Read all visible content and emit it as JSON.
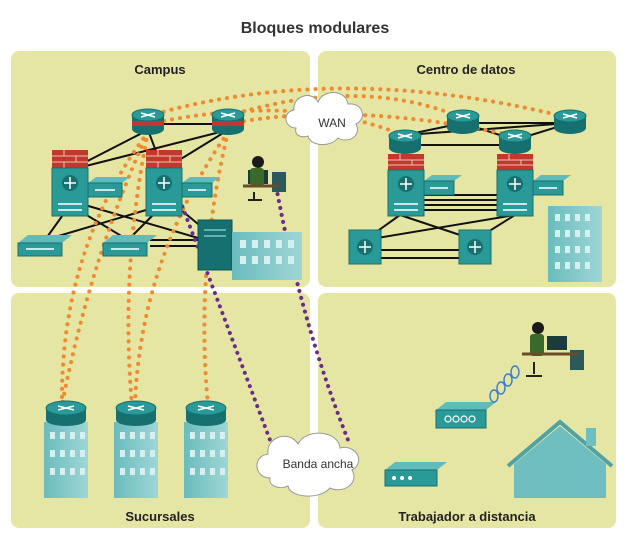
{
  "title": "Bloques modulares",
  "quadrants": {
    "campus": "Campus",
    "datacenter": "Centro de datos",
    "branches": "Sucursales",
    "telework": "Trabajador a distancia"
  },
  "clouds": {
    "wan": "WAN",
    "broadband": "Banda ancha"
  },
  "colors": {
    "panel": "#e6e6a4",
    "device_teal": "#2a9a98",
    "device_dark": "#16706f",
    "firewall": "#c0392b",
    "wan_link": "#f08a30",
    "broadband_link": "#6a2c8a",
    "building": "#7fc5c6"
  },
  "icons": [
    "router-icon",
    "switch-icon",
    "multilayer-switch-icon",
    "firewall-icon",
    "server-icon",
    "building-icon",
    "house-icon",
    "workstation-icon",
    "modem-icon",
    "cloud-icon"
  ]
}
